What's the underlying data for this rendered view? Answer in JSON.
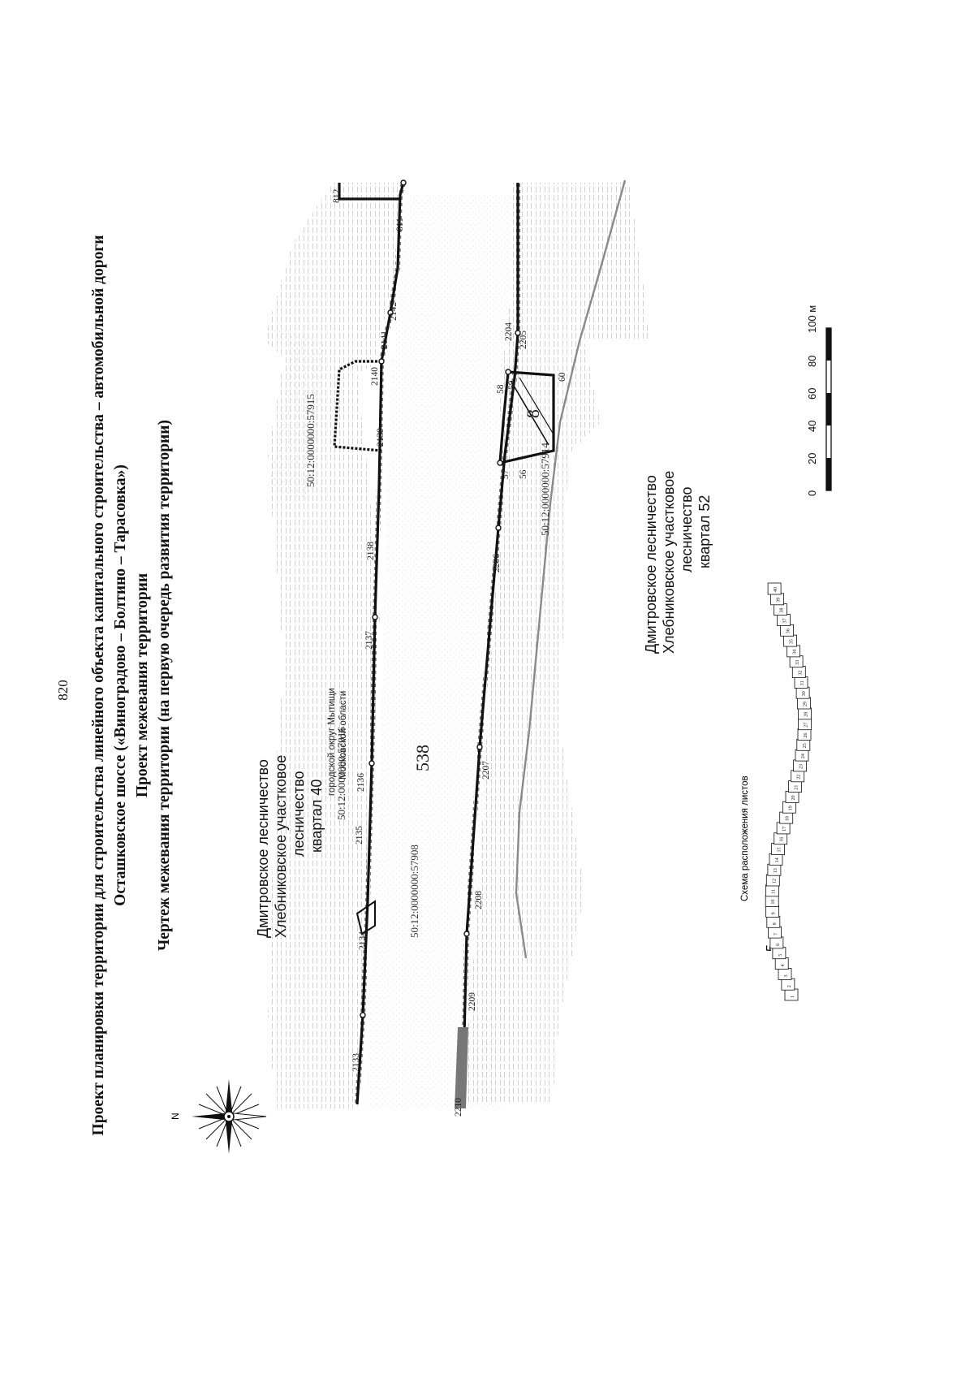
{
  "page_number": "820",
  "title": {
    "line1": "Проект планировки территории для строительства линейного объекта капитального строительства – автомобильной дороги",
    "line2": "Осташковское шоссе («Виноградово – Болтино – Тарасовка»)",
    "line3": "Проект межевания территории",
    "line4": "Чертеж межевания территории (на первую очередь развития территории)"
  },
  "compass": {
    "icon": "compass-rose-icon",
    "north_label": "N"
  },
  "forestry": {
    "north": {
      "line1": "Дмитровское лесничество",
      "line2": "Хлебниковское участковое",
      "line3": "лесничество",
      "line4": "квартал 40"
    },
    "south": {
      "line1": "Дмитровское лесничество",
      "line2": "Хлебниковское участковое",
      "line3": "лесничество",
      "line4": "квартал 52"
    }
  },
  "district": {
    "line1": "городской округ Мытищи",
    "line2": "Московской области"
  },
  "cadastral_numbers": [
    "50:12:0000000:57915",
    "50:12:0000000:57916",
    "50:12:0000000:57908",
    "50:12:0000000:57914"
  ],
  "lot_number": "538",
  "plot_number": "8",
  "points_north": [
    "2133",
    "2134",
    "2135",
    "2136",
    "2137",
    "2138",
    "2139",
    "2140",
    "2141",
    "2142",
    "811",
    "812"
  ],
  "points_south": [
    "2210",
    "2209",
    "2208",
    "2207",
    "2206",
    "56",
    "57",
    "58",
    "59",
    "60",
    "2204",
    "2205"
  ],
  "scale_bar": {
    "labels": [
      "0",
      "20",
      "40",
      "60",
      "80",
      "100 м"
    ]
  },
  "sheet_scheme": {
    "title": "Схема расположения листов",
    "pointer_label": "5",
    "cells": [
      "1",
      "2",
      "3",
      "4",
      "5",
      "6",
      "7",
      "8",
      "9",
      "10",
      "11",
      "12",
      "13",
      "14",
      "15",
      "16",
      "17",
      "18",
      "19",
      "20",
      "21",
      "22",
      "23",
      "24",
      "25",
      "26",
      "27",
      "28",
      "29",
      "30",
      "31",
      "32",
      "33",
      "34",
      "35",
      "36",
      "37",
      "38",
      "39",
      "40"
    ]
  },
  "colors": {
    "line": "#111111",
    "hatch": "#9a9a9a",
    "gray_boundary": "#8a8a8a"
  }
}
